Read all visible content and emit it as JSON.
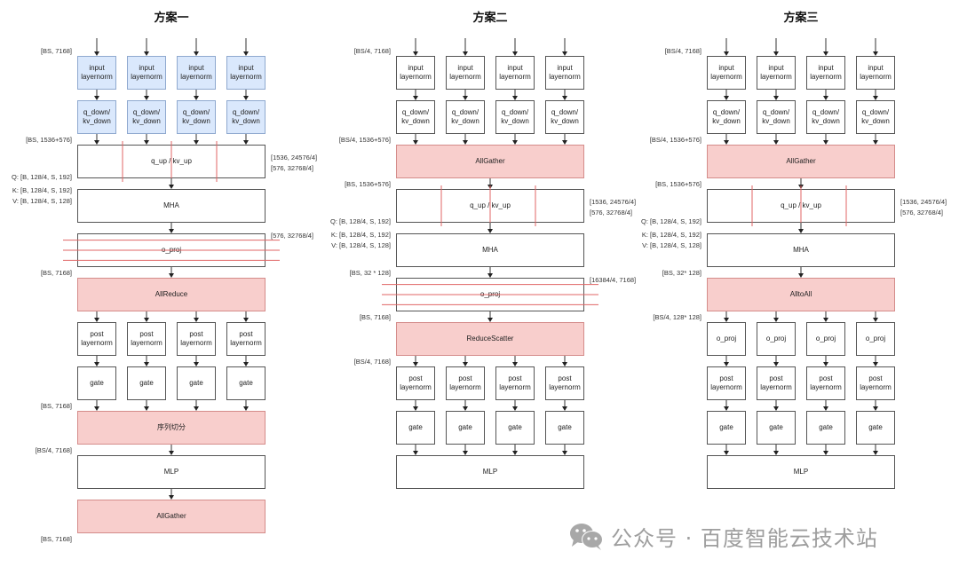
{
  "columns": [
    {
      "title": "方案一",
      "rows": [
        {
          "type": "quad",
          "style": "blue",
          "label": "input\nlayernorm"
        },
        {
          "type": "quad",
          "style": "blue",
          "label": "q_down/\nkv_down"
        },
        {
          "type": "wide",
          "style": "plain",
          "label": "q_up / kv_up",
          "split": "vertical"
        },
        {
          "type": "wide",
          "style": "plain",
          "label": "MHA"
        },
        {
          "type": "wide",
          "style": "plain",
          "label": "o_proj",
          "split": "horizontal"
        },
        {
          "type": "wide",
          "style": "red",
          "label": "AllReduce"
        },
        {
          "type": "quad",
          "style": "plain",
          "label": "post\nlayernorm"
        },
        {
          "type": "quad",
          "style": "plain",
          "label": "gate"
        },
        {
          "type": "wide",
          "style": "red",
          "label": "序列切分"
        },
        {
          "type": "wide",
          "style": "plain",
          "label": "MLP"
        },
        {
          "type": "wide",
          "style": "red",
          "label": "AllGather"
        }
      ],
      "left_labels": [
        {
          "row": 0,
          "text": "[BS, 7168]"
        },
        {
          "row": 2,
          "text": "[BS, 1536+576]"
        },
        {
          "row": 3,
          "text": "Q: [B, 128/4, S, 192]",
          "pos": "q"
        },
        {
          "row": 3,
          "text": "K: [B, 128/4, S, 192]",
          "pos": "k"
        },
        {
          "row": 3,
          "text": "V: [B, 128/4, S, 128]",
          "pos": "v"
        },
        {
          "row": 5,
          "text": "[BS, 7168]"
        },
        {
          "row": 8,
          "text": "[BS, 7168]"
        },
        {
          "row": 9,
          "text": "[BS/4, 7168]"
        },
        {
          "row": 10,
          "text": "[BS, 7168]",
          "pos": "below"
        }
      ],
      "right_labels": [
        {
          "row": 2,
          "lines": [
            "[1536, 24576/4]",
            "[576, 32768/4]"
          ]
        },
        {
          "row": 4,
          "lines": [
            "[576, 32768/4]"
          ]
        }
      ]
    },
    {
      "title": "方案二",
      "rows": [
        {
          "type": "quad",
          "style": "plain",
          "label": "input\nlayernorm"
        },
        {
          "type": "quad",
          "style": "plain",
          "label": "q_down/\nkv_down"
        },
        {
          "type": "wide",
          "style": "red",
          "label": "AllGather"
        },
        {
          "type": "wide",
          "style": "plain",
          "label": "q_up / kv_up",
          "split": "vertical"
        },
        {
          "type": "wide",
          "style": "plain",
          "label": "MHA"
        },
        {
          "type": "wide",
          "style": "plain",
          "label": "o_proj",
          "split": "horizontal"
        },
        {
          "type": "wide",
          "style": "red",
          "label": "ReduceScatter"
        },
        {
          "type": "quad",
          "style": "plain",
          "label": "post\nlayernorm"
        },
        {
          "type": "quad",
          "style": "plain",
          "label": "gate"
        },
        {
          "type": "wide",
          "style": "plain",
          "label": "MLP"
        }
      ],
      "left_labels": [
        {
          "row": 0,
          "text": "[BS/4, 7168]"
        },
        {
          "row": 2,
          "text": "[BS/4, 1536+576]"
        },
        {
          "row": 3,
          "text": "[BS, 1536+576]"
        },
        {
          "row": 4,
          "text": "Q: [B, 128/4, S, 192]",
          "pos": "q"
        },
        {
          "row": 4,
          "text": "K: [B, 128/4, S, 192]",
          "pos": "k"
        },
        {
          "row": 4,
          "text": "V: [B, 128/4, S, 128]",
          "pos": "v"
        },
        {
          "row": 5,
          "text": "[BS, 32 * 128]"
        },
        {
          "row": 6,
          "text": "[BS, 7168]"
        },
        {
          "row": 7,
          "text": "[BS/4, 7168]"
        }
      ],
      "right_labels": [
        {
          "row": 3,
          "lines": [
            "[1536, 24576/4]",
            "[576, 32768/4]"
          ]
        },
        {
          "row": 5,
          "lines": [
            "[16384/4, 7168]"
          ]
        }
      ]
    },
    {
      "title": "方案三",
      "rows": [
        {
          "type": "quad",
          "style": "plain",
          "label": "input\nlayernorm"
        },
        {
          "type": "quad",
          "style": "plain",
          "label": "q_down/\nkv_down"
        },
        {
          "type": "wide",
          "style": "red",
          "label": "AllGather"
        },
        {
          "type": "wide",
          "style": "plain",
          "label": "q_up / kv_up",
          "split": "vertical"
        },
        {
          "type": "wide",
          "style": "plain",
          "label": "MHA"
        },
        {
          "type": "wide",
          "style": "red",
          "label": "AlltoAll"
        },
        {
          "type": "quad",
          "style": "plain",
          "label": "o_proj"
        },
        {
          "type": "quad",
          "style": "plain",
          "label": "post\nlayernorm"
        },
        {
          "type": "quad",
          "style": "plain",
          "label": "gate"
        },
        {
          "type": "wide",
          "style": "plain",
          "label": "MLP"
        }
      ],
      "left_labels": [
        {
          "row": 0,
          "text": "[BS/4, 7168]"
        },
        {
          "row": 2,
          "text": "[BS/4, 1536+576]"
        },
        {
          "row": 3,
          "text": "[BS, 1536+576]"
        },
        {
          "row": 4,
          "text": "Q: [B, 128/4, S, 192]",
          "pos": "q"
        },
        {
          "row": 4,
          "text": "K: [B, 128/4, S, 192]",
          "pos": "k"
        },
        {
          "row": 4,
          "text": "V: [B, 128/4, S, 128]",
          "pos": "v"
        },
        {
          "row": 5,
          "text": "[BS, 32* 128]"
        },
        {
          "row": 6,
          "text": "[BS/4, 128* 128]"
        }
      ],
      "right_labels": [
        {
          "row": 3,
          "lines": [
            "[1536, 24576/4]",
            "[576, 32768/4]"
          ]
        }
      ]
    }
  ],
  "colors": {
    "comm_fill": "#f8cecc",
    "comm_border": "#d48c8a",
    "input_fill": "#dae8fc",
    "input_border": "#8fa9cf",
    "split_line": "#e06666"
  },
  "watermark": {
    "icon": "wechat-icon",
    "text": "公众号 · 百度智能云技术站"
  }
}
